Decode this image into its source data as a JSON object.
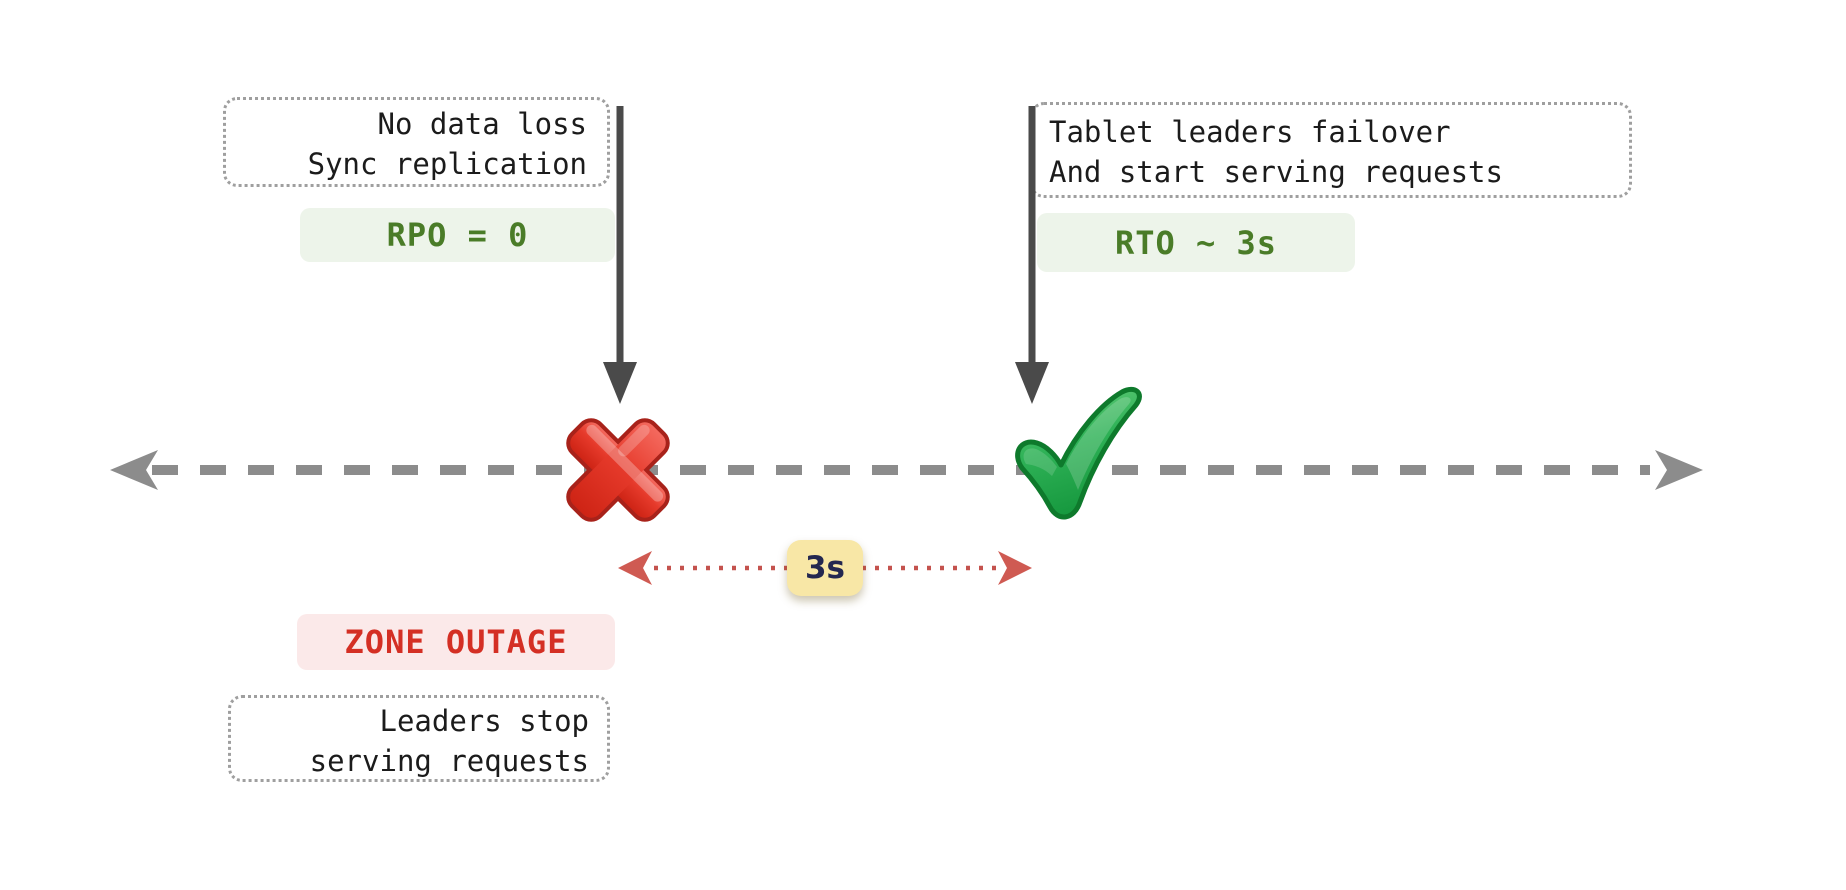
{
  "outage": {
    "note": {
      "line1": "No data loss",
      "line2": "Sync replication"
    },
    "metric_badge": "RPO = 0",
    "status_badge": "ZONE OUTAGE",
    "effect_note": {
      "line1": "Leaders stop",
      "line2": "serving requests"
    },
    "marker": "cross-mark"
  },
  "recovery": {
    "note": {
      "line1": "Tablet leaders failover",
      "line2": "And start serving requests"
    },
    "metric_badge": "RTO ~ 3s",
    "marker": "check-mark"
  },
  "gap": {
    "label": "3s"
  },
  "colors": {
    "metric_badge_bg": "#edf4ea",
    "metric_badge_text": "#4a7c28",
    "status_badge_bg": "#fbe9e9",
    "status_badge_text": "#d42f24",
    "gap_label_bg": "#f8e7a6",
    "gap_label_text": "#232750",
    "gap_arrow_red": "#c4524d",
    "timeline_gray": "#8c8c8c",
    "pointer_dark": "#4a4a4a",
    "cross_red": "#e0301e",
    "check_green": "#2ba84a"
  }
}
